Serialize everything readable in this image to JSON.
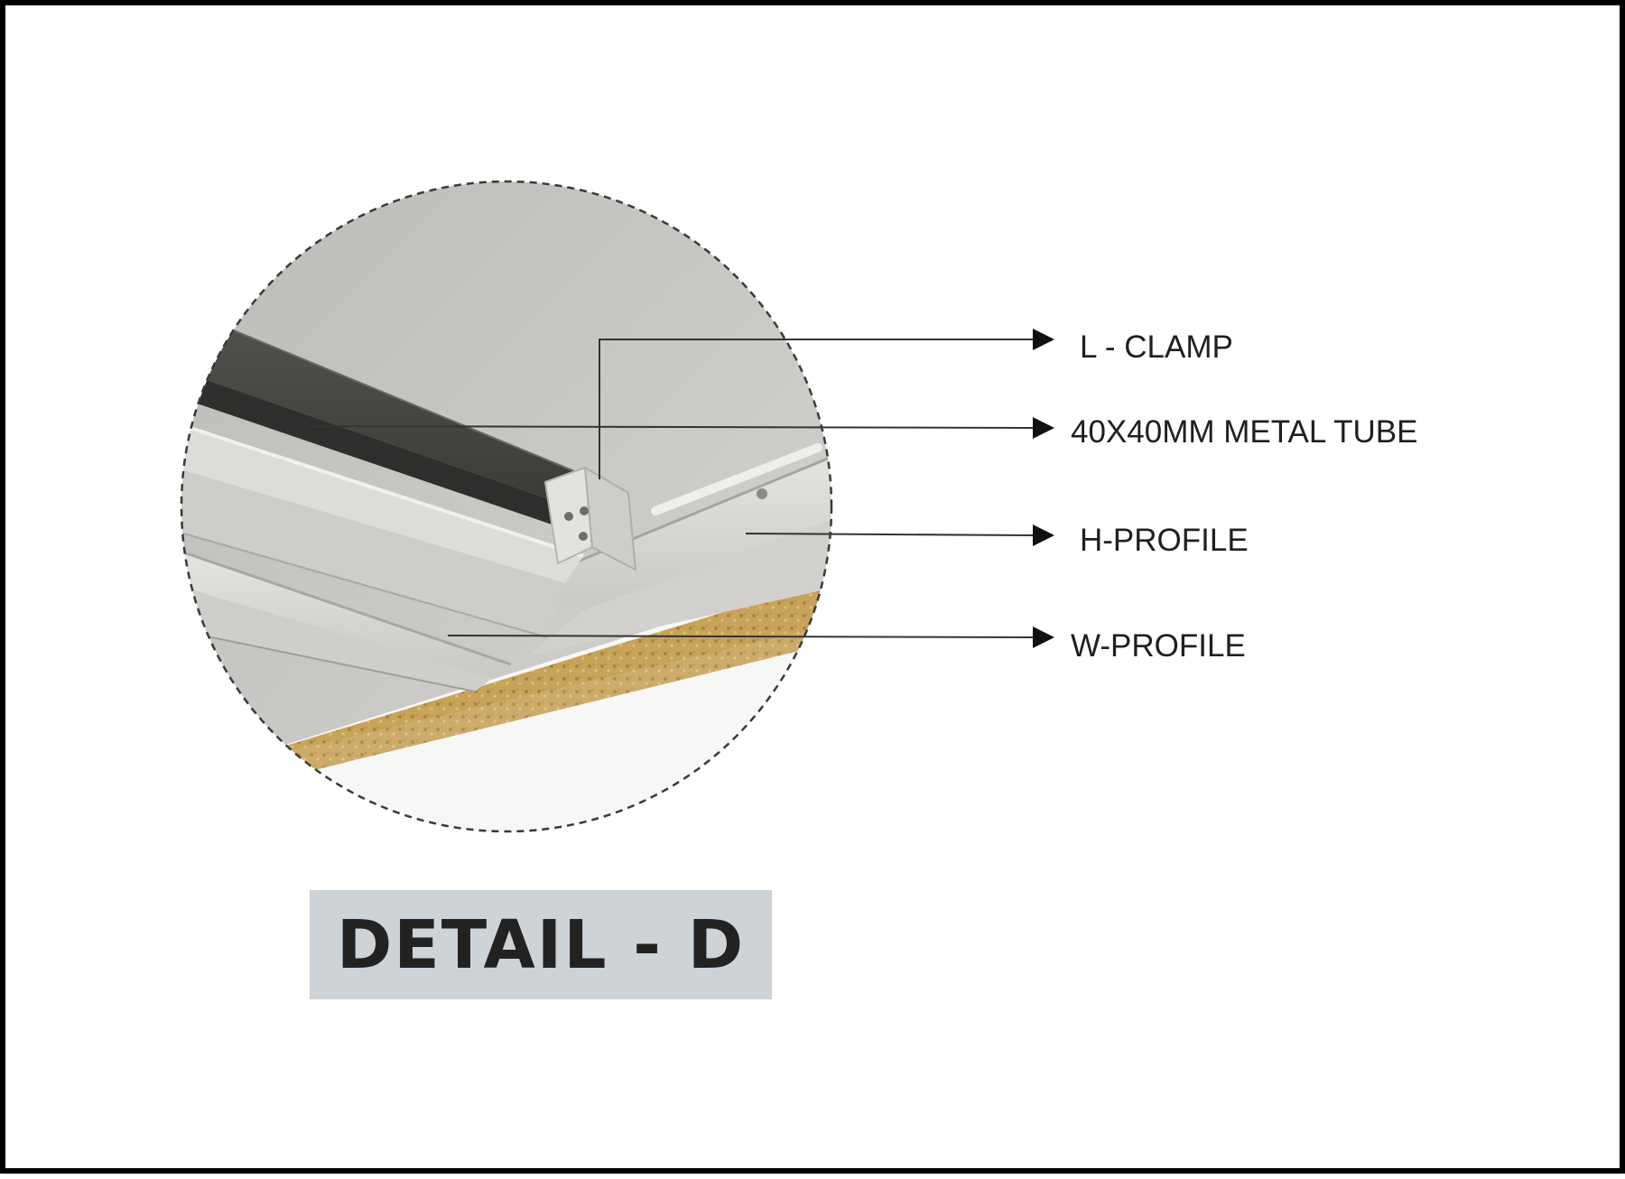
{
  "title": "DETAIL - D",
  "callouts": [
    {
      "id": "l-clamp",
      "label": "L - CLAMP"
    },
    {
      "id": "metal-tube",
      "label": "40X40MM METAL TUBE"
    },
    {
      "id": "h-profile",
      "label": "H-PROFILE"
    },
    {
      "id": "w-profile",
      "label": "W-PROFILE"
    }
  ],
  "colors": {
    "frame": "#000000",
    "title_box": "#cdd3d6",
    "title_text": "#222222",
    "background_wall": "#c4c2bf",
    "metal_tube": "#4a4846",
    "profile": "#dad9d6",
    "insulation": "#c9a55c",
    "leader_line": "#333333"
  }
}
